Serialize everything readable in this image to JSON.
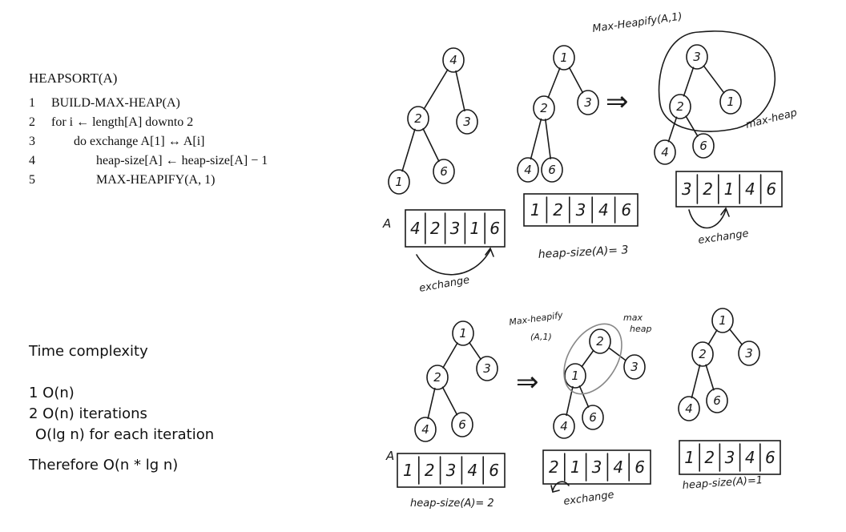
{
  "algorithm": {
    "title": "HEAPSORT(A)",
    "lines": [
      {
        "num": "1",
        "text": "BUILD-MAX-HEAP(A)"
      },
      {
        "num": "2",
        "text": "for i ← length[A] downto 2"
      },
      {
        "num": "3",
        "text": "do exchange A[1] ↔ A[i]"
      },
      {
        "num": "4",
        "text": "heap-size[A] ← heap-size[A] − 1"
      },
      {
        "num": "5",
        "text": "MAX-HEAPIFY(A, 1)"
      }
    ]
  },
  "complexity": {
    "title": "Time complexity",
    "line1": "1 O(n)",
    "line2": "2 O(n) iterations",
    "line3": "O(lg n) for each iteration",
    "conclusion": "Therefore O(n * lg n)"
  },
  "sketch_labels": {
    "max_heapify_top": "Max-Heapify(A,1)",
    "max_heap_top": "max-heap",
    "array_label_1": "A",
    "exchange_1": "exchange",
    "heap_size_3": "heap-size(A)= 3",
    "exchange_2": "exchange",
    "max_heapify_bottom_1": "Max-heapify",
    "max_heapify_bottom_2": "(A,1)",
    "max_heap_bottom_1": "max",
    "max_heap_bottom_2": "heap",
    "array_label_2": "A",
    "heap_size_2": "heap-size(A)= 2",
    "exchange_3": "exchange",
    "heap_size_1": "heap-size(A)=1",
    "implies": "⇒"
  },
  "trees": [
    {
      "id": "t1",
      "nodes": [
        "4",
        "2",
        "3",
        "1",
        "6"
      ]
    },
    {
      "id": "t2",
      "nodes": [
        "1",
        "2",
        "3",
        "4",
        "6"
      ]
    },
    {
      "id": "t3",
      "nodes": [
        "3",
        "2",
        "1",
        "4",
        "6"
      ]
    },
    {
      "id": "t4",
      "nodes": [
        "1",
        "2",
        "3",
        "4",
        "6"
      ]
    },
    {
      "id": "t5",
      "nodes": [
        "2",
        "1",
        "3",
        "4",
        "6"
      ]
    },
    {
      "id": "t6",
      "nodes": [
        "1",
        "2",
        "3",
        "4",
        "6"
      ]
    }
  ],
  "arrays": [
    {
      "id": "a1",
      "cells": [
        "4",
        "2",
        "3",
        "1",
        "6"
      ]
    },
    {
      "id": "a2",
      "cells": [
        "1",
        "2",
        "3",
        "4",
        "6"
      ]
    },
    {
      "id": "a3",
      "cells": [
        "3",
        "2",
        "1",
        "4",
        "6"
      ]
    },
    {
      "id": "a4",
      "cells": [
        "1",
        "2",
        "3",
        "4",
        "6"
      ]
    },
    {
      "id": "a5",
      "cells": [
        "2",
        "1",
        "3",
        "4",
        "6"
      ]
    },
    {
      "id": "a6",
      "cells": [
        "1",
        "2",
        "3",
        "4",
        "6"
      ]
    }
  ]
}
